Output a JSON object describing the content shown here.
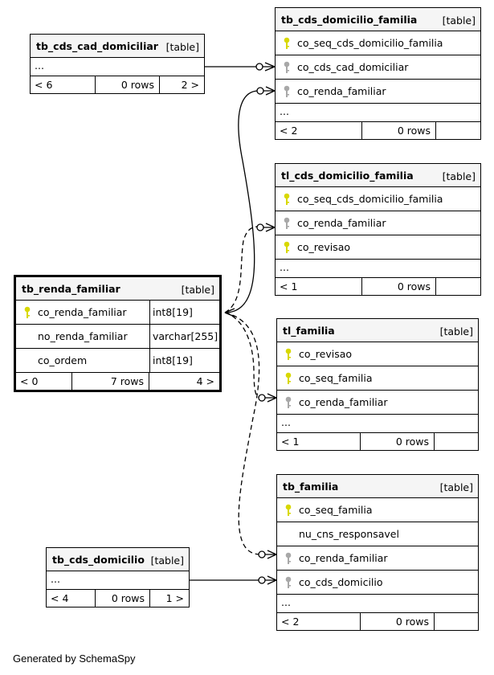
{
  "tables": {
    "cad_domiciliar": {
      "name": "tb_cds_cad_domiciliar",
      "type": "[table]",
      "ellipsis": "...",
      "footer": {
        "parents": "< 6",
        "rows": "0 rows",
        "children": "2 >"
      }
    },
    "domicilio_familia": {
      "name": "tb_cds_domicilio_familia",
      "type": "[table]",
      "ellipsis": "...",
      "columns": [
        {
          "name": "co_seq_cds_domicilio_familia",
          "key": "primary"
        },
        {
          "name": "co_cds_cad_domiciliar",
          "key": "foreign"
        },
        {
          "name": "co_renda_familiar",
          "key": "foreign"
        }
      ],
      "footer": {
        "parents": "< 2",
        "rows": "0 rows",
        "children": ""
      }
    },
    "tl_domicilio_familia": {
      "name": "tl_cds_domicilio_familia",
      "type": "[table]",
      "ellipsis": "...",
      "columns": [
        {
          "name": "co_seq_cds_domicilio_familia",
          "key": "primary"
        },
        {
          "name": "co_renda_familiar",
          "key": "foreign"
        },
        {
          "name": "co_revisao",
          "key": "primary"
        }
      ],
      "footer": {
        "parents": "< 1",
        "rows": "0 rows",
        "children": ""
      }
    },
    "renda_familiar": {
      "name": "tb_renda_familiar",
      "type": "[table]",
      "columns": [
        {
          "name": "co_renda_familiar",
          "key": "primary",
          "type": "int8[19]"
        },
        {
          "name": "no_renda_familiar",
          "key": "none",
          "type": "varchar[255]"
        },
        {
          "name": "co_ordem",
          "key": "none",
          "type": "int8[19]"
        }
      ],
      "footer": {
        "parents": "< 0",
        "rows": "7 rows",
        "children": "4 >"
      }
    },
    "tl_familia": {
      "name": "tl_familia",
      "type": "[table]",
      "ellipsis": "...",
      "columns": [
        {
          "name": "co_revisao",
          "key": "primary"
        },
        {
          "name": "co_seq_familia",
          "key": "primary"
        },
        {
          "name": "co_renda_familiar",
          "key": "foreign"
        }
      ],
      "footer": {
        "parents": "< 1",
        "rows": "0 rows",
        "children": ""
      }
    },
    "familia": {
      "name": "tb_familia",
      "type": "[table]",
      "ellipsis": "...",
      "columns": [
        {
          "name": "co_seq_familia",
          "key": "primary"
        },
        {
          "name": "nu_cns_responsavel",
          "key": "none"
        },
        {
          "name": "co_renda_familiar",
          "key": "foreign"
        },
        {
          "name": "co_cds_domicilio",
          "key": "foreign"
        }
      ],
      "footer": {
        "parents": "< 2",
        "rows": "0 rows",
        "children": ""
      }
    },
    "cds_domicilio": {
      "name": "tb_cds_domicilio",
      "type": "[table]",
      "ellipsis": "...",
      "footer": {
        "parents": "< 4",
        "rows": "0 rows",
        "children": "1 >"
      }
    }
  },
  "colors": {
    "primary_key": "#d8d800",
    "foreign_key": "#a8a8a8",
    "header_bg": "#f5f5f5"
  },
  "credit": "Generated by SchemaSpy"
}
